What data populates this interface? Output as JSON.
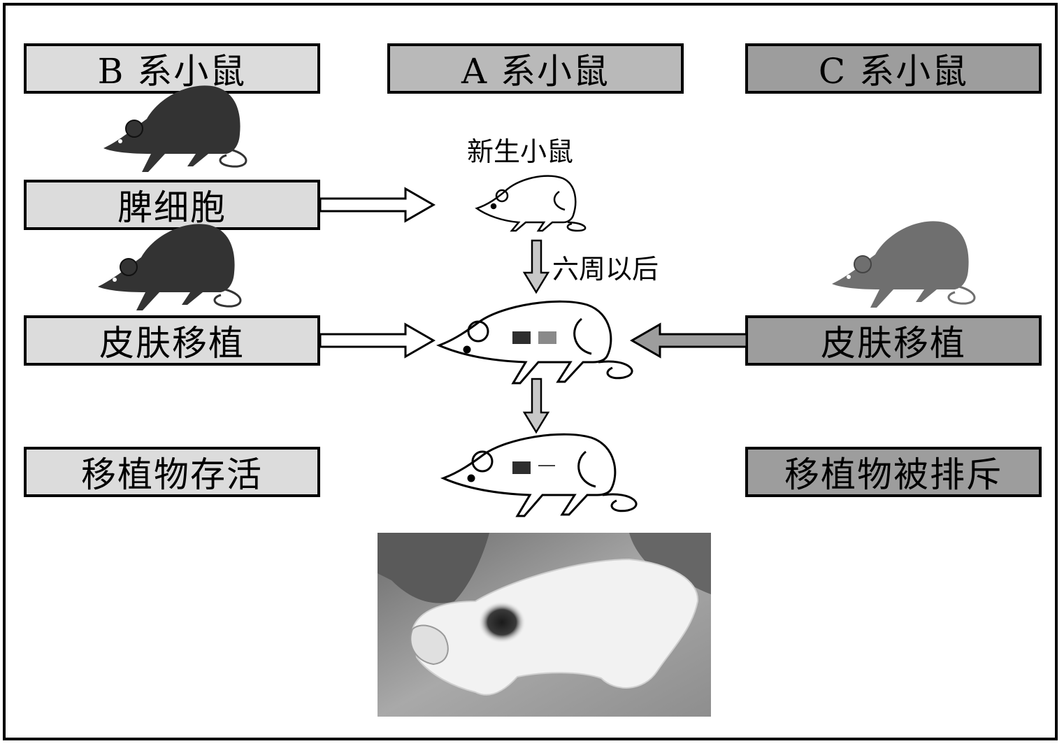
{
  "headers": {
    "b_strain": "B 系小鼠",
    "a_strain": "A 系小鼠",
    "c_strain": "C 系小鼠"
  },
  "boxes": {
    "spleen_cells": "脾细胞",
    "skin_graft_b": "皮肤移植",
    "skin_graft_c": "皮肤移植",
    "graft_survives": "移植物存活",
    "graft_rejected": "移植物被排斥"
  },
  "labels": {
    "newborn_mouse": "新生小鼠",
    "six_weeks_later": "六周以后"
  },
  "colors": {
    "b_fill": "#dcdcdc",
    "a_fill": "#b9b9b9",
    "c_fill": "#9d9d9d",
    "b_mouse": "#333333",
    "c_mouse": "#6f6f6f",
    "graft_b": "#2e2e2e",
    "graft_c": "#8a8a8a"
  }
}
